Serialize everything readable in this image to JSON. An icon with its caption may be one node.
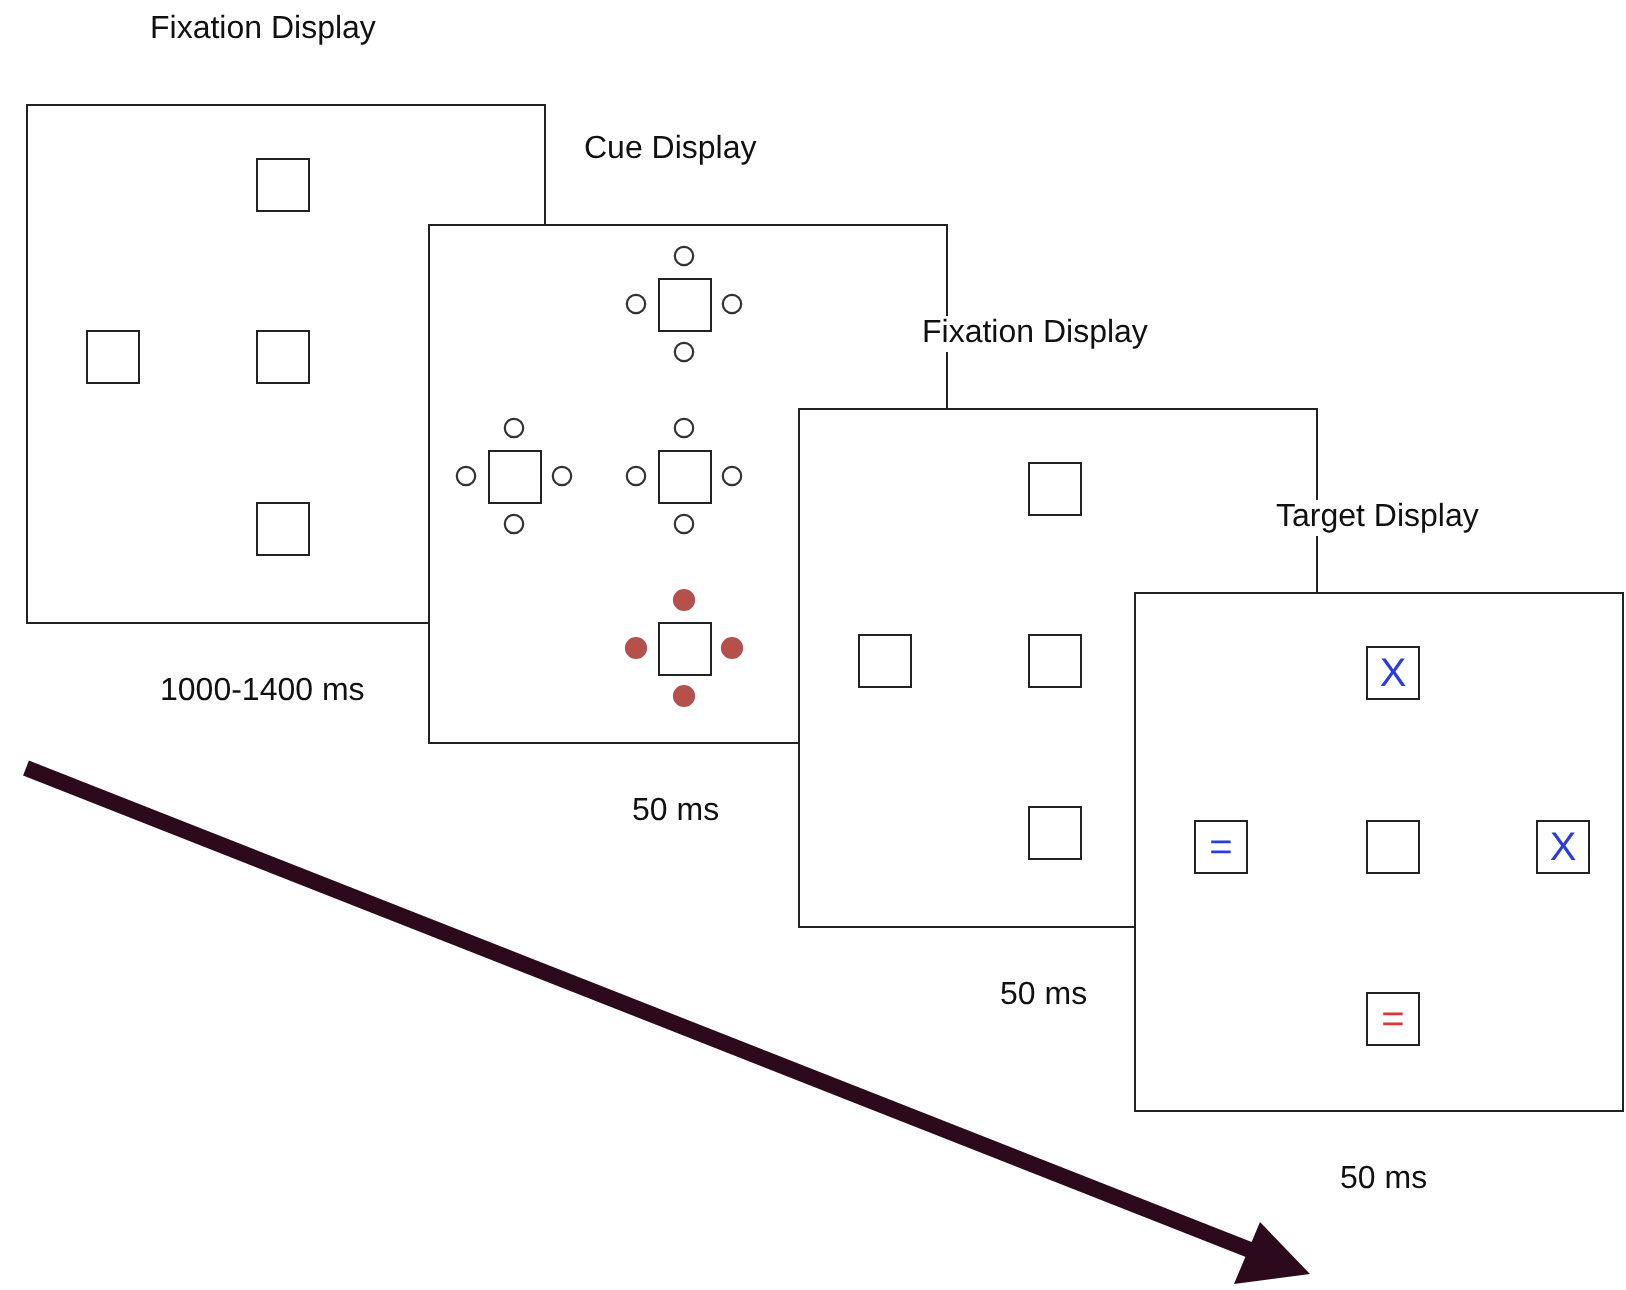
{
  "diagram": {
    "nodes": [
      {
        "text": [
          "Fixation Display"
        ],
        "beside": [
          "1000-1400 ms"
        ]
      },
      {
        "text": [],
        "shape": "box",
        "in": 0
      },
      {
        "text": [],
        "shape": "box",
        "in": 0
      },
      {
        "text": [],
        "shape": "box",
        "in": 0
      },
      {
        "text": [],
        "shape": "box",
        "in": 0
      },
      {
        "text": [
          "Cue Display"
        ],
        "beside": [
          "50 ms"
        ]
      },
      {
        "text": [],
        "shape": "box",
        "in": 5
      },
      {
        "text": [],
        "shape": "box"
      },
      {
        "text": [],
        "shape": "box",
        "in": 5
      },
      {
        "text": [],
        "shape": "box",
        "in": 5
      },
      {
        "text": [
          "Fixation Display"
        ],
        "beside": [
          "50 ms"
        ]
      },
      {
        "text": [],
        "shape": "box",
        "in": 10
      },
      {
        "text": [],
        "shape": "box"
      },
      {
        "text": [],
        "shape": "box",
        "in": 10
      },
      {
        "text": [],
        "shape": "box",
        "in": 10
      },
      {
        "text": [
          "Target Display"
        ],
        "beside": [
          "50 ms"
        ]
      },
      {
        "text": [
          "X"
        ],
        "in": 15
      },
      {
        "text": [
          "="
        ]
      },
      {
        "text": [],
        "shape": "box",
        "in": 15
      },
      {
        "text": [
          "X"
        ],
        "in": 15
      },
      {
        "text": [
          "="
        ],
        "in": 15
      }
    ],
    "edges": []
  }
}
